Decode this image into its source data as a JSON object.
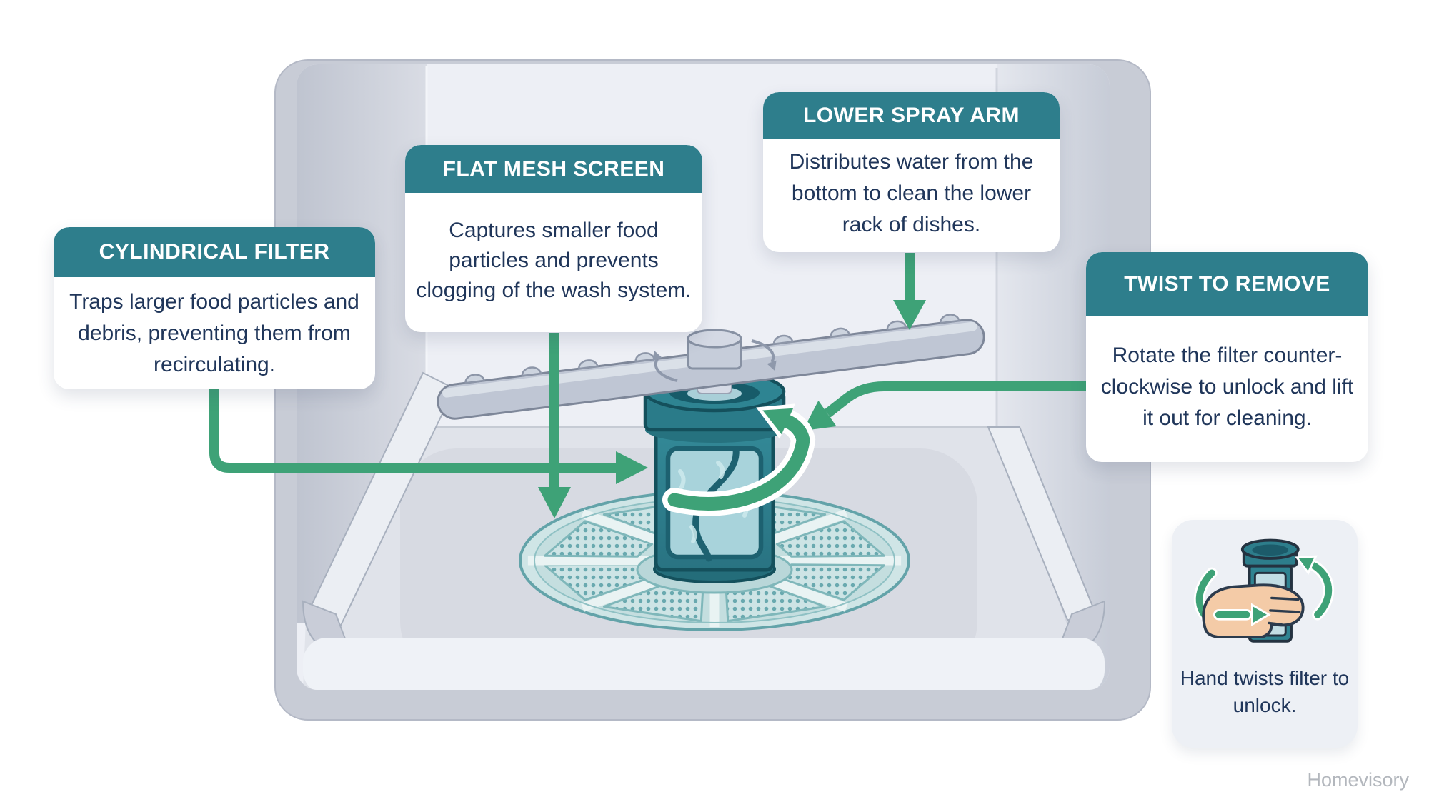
{
  "page": {
    "watermark": "Homevisory"
  },
  "colors": {
    "teal_header": "#2e7e8c",
    "card_text": "#20365a",
    "arrow_green": "#3ea277",
    "card_bg": "#ffffff",
    "hand_card_bg": "#edf0f5",
    "filter_teal": "#2f8391",
    "watermark_gray": "#b3b7bd"
  },
  "cards": [
    {
      "id": "cylindrical-filter",
      "title": "CYLINDRICAL FILTER",
      "body": "Traps larger food particles and debris, preventing them from recirculating."
    },
    {
      "id": "flat-mesh-screen",
      "title": "FLAT MESH SCREEN",
      "body": "Captures smaller food particles and prevents clogging of the wash system."
    },
    {
      "id": "lower-spray-arm",
      "title": "LOWER SPRAY ARM",
      "body": "Distributes water from the bottom to clean the lower rack of dishes."
    },
    {
      "id": "twist-to-remove",
      "title": "TWIST TO REMOVE",
      "body": "Rotate the filter counter-clockwise to unlock and lift it out for cleaning."
    }
  ],
  "hand_card": {
    "icon": "hand-twist-filter-icon",
    "caption": "Hand twists filter to unlock."
  },
  "illustration_parts": [
    "dishwasher-interior",
    "lower-spray-arm",
    "cylindrical-filter",
    "flat-mesh-screen",
    "rotation-arrow"
  ]
}
